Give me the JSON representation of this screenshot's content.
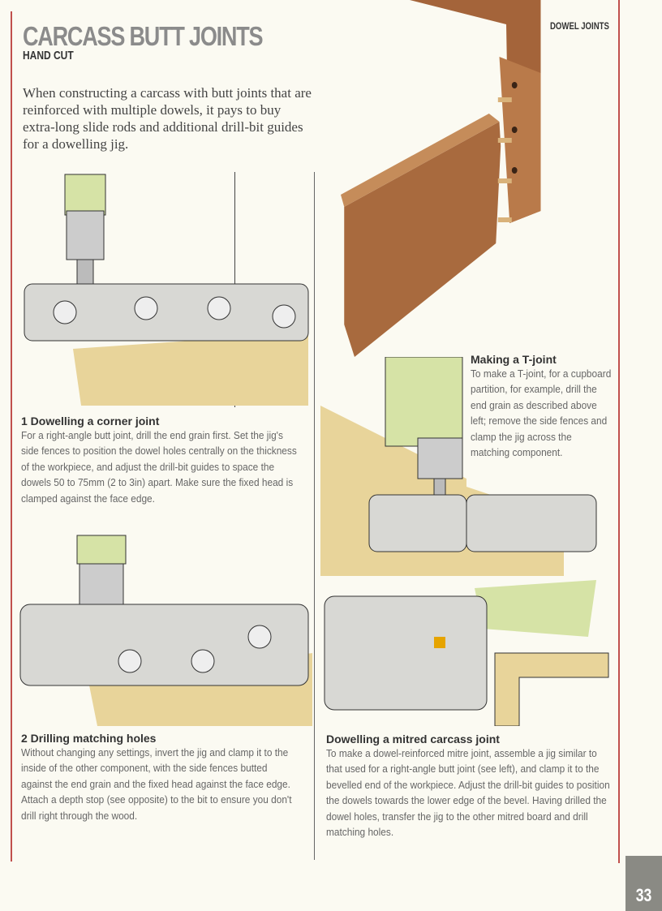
{
  "header": {
    "title": "CARCASS BUTT JOINTS",
    "subtitle": "HAND CUT",
    "section": "DOWEL JOINTS"
  },
  "intro": "When constructing a carcass with butt joints that are reinforced with multiple dowels, it pays to buy extra-long slide rods and additional drill-bit guides for a dowelling jig.",
  "captions": [
    {
      "heading": "1 Dowelling a corner joint",
      "body": "For a right-angle butt joint, drill the end grain first. Set the jig's side fences to position the dowel holes centrally on the thickness of the workpiece, and adjust the drill-bit guides to space the dowels 50 to 75mm (2 to 3in) apart. Make sure the fixed head is clamped against the face edge."
    },
    {
      "heading": "2 Drilling matching holes",
      "body": "Without changing any settings, invert the jig and clamp it to the inside of the other component, with the side fences butted against the end grain and the fixed head against the face edge. Attach a depth stop (see opposite) to the bit to ensure you don't drill right through the wood."
    },
    {
      "heading": "Making a T-joint",
      "body": "To make a T-joint, for a cupboard partition, for example, drill the end grain as described above left; remove the side fences and clamp the jig across the matching component."
    },
    {
      "heading": "Dowelling a mitred carcass joint",
      "body": "To make a dowel-reinforced mitre joint, assemble a jig similar to that used for a right-angle butt joint (see left), and clamp it to the bevelled end of the workpiece. Adjust the drill-bit guides to position the dowels towards the lower edge of the bevel. Having drilled the dowel holes, transfer the jig to the other mitred board and drill matching holes."
    }
  ],
  "page_number": "33",
  "colors": {
    "rule": "#c0504d",
    "wood": "#a8683e",
    "pale_wood": "#e8d49a",
    "page_box": "#8a8a84"
  }
}
